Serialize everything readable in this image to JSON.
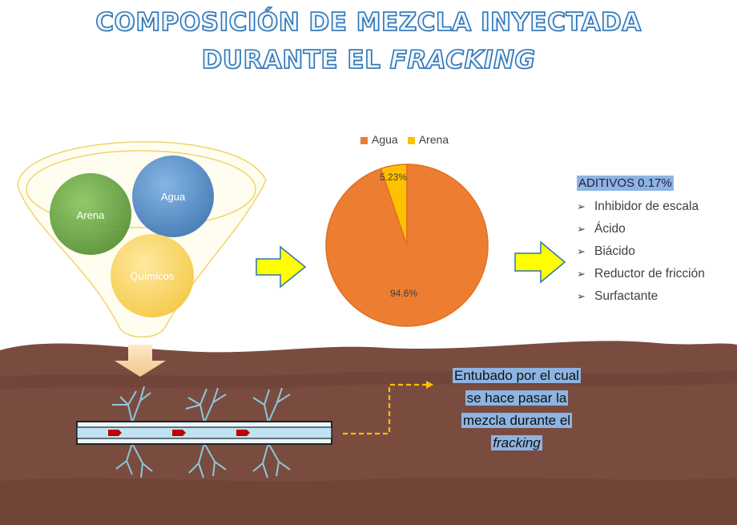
{
  "title": {
    "line1": "COMPOSICIÓN DE MEZCLA INYECTADA",
    "line2_prefix": "DURANTE EL ",
    "line2_italic": "FRACKING"
  },
  "funnel": {
    "circles": [
      "Arena",
      "Agua",
      "Químicos"
    ],
    "colors": {
      "arena": "#70ad47",
      "agua": "#5b9bd5",
      "quimicos": "#ffd966"
    }
  },
  "chart_data": {
    "type": "pie",
    "series": [
      {
        "name": "Agua",
        "value": 94.6,
        "label": "94.6%",
        "color": "#ed7d31"
      },
      {
        "name": "Arena",
        "value": 5.23,
        "label": "5.23%",
        "color": "#ffc000"
      }
    ],
    "legend_position": "top"
  },
  "aditivos": {
    "title": "ADITIVOS 0.17%",
    "items": [
      "Inhibidor de escala",
      "Ácido",
      "Biácido",
      "Reductor de fricción",
      "Surfactante"
    ]
  },
  "entubado": {
    "line1": "Entubado por el cual",
    "line2": "se hace pasar la",
    "line3": "mezcla durante el",
    "line4": "fracking"
  },
  "colors": {
    "ground": "#7a4c40",
    "arrow": "#ffff00",
    "arrow_border": "#2e75b6",
    "pipe": "#bfe3f2"
  }
}
